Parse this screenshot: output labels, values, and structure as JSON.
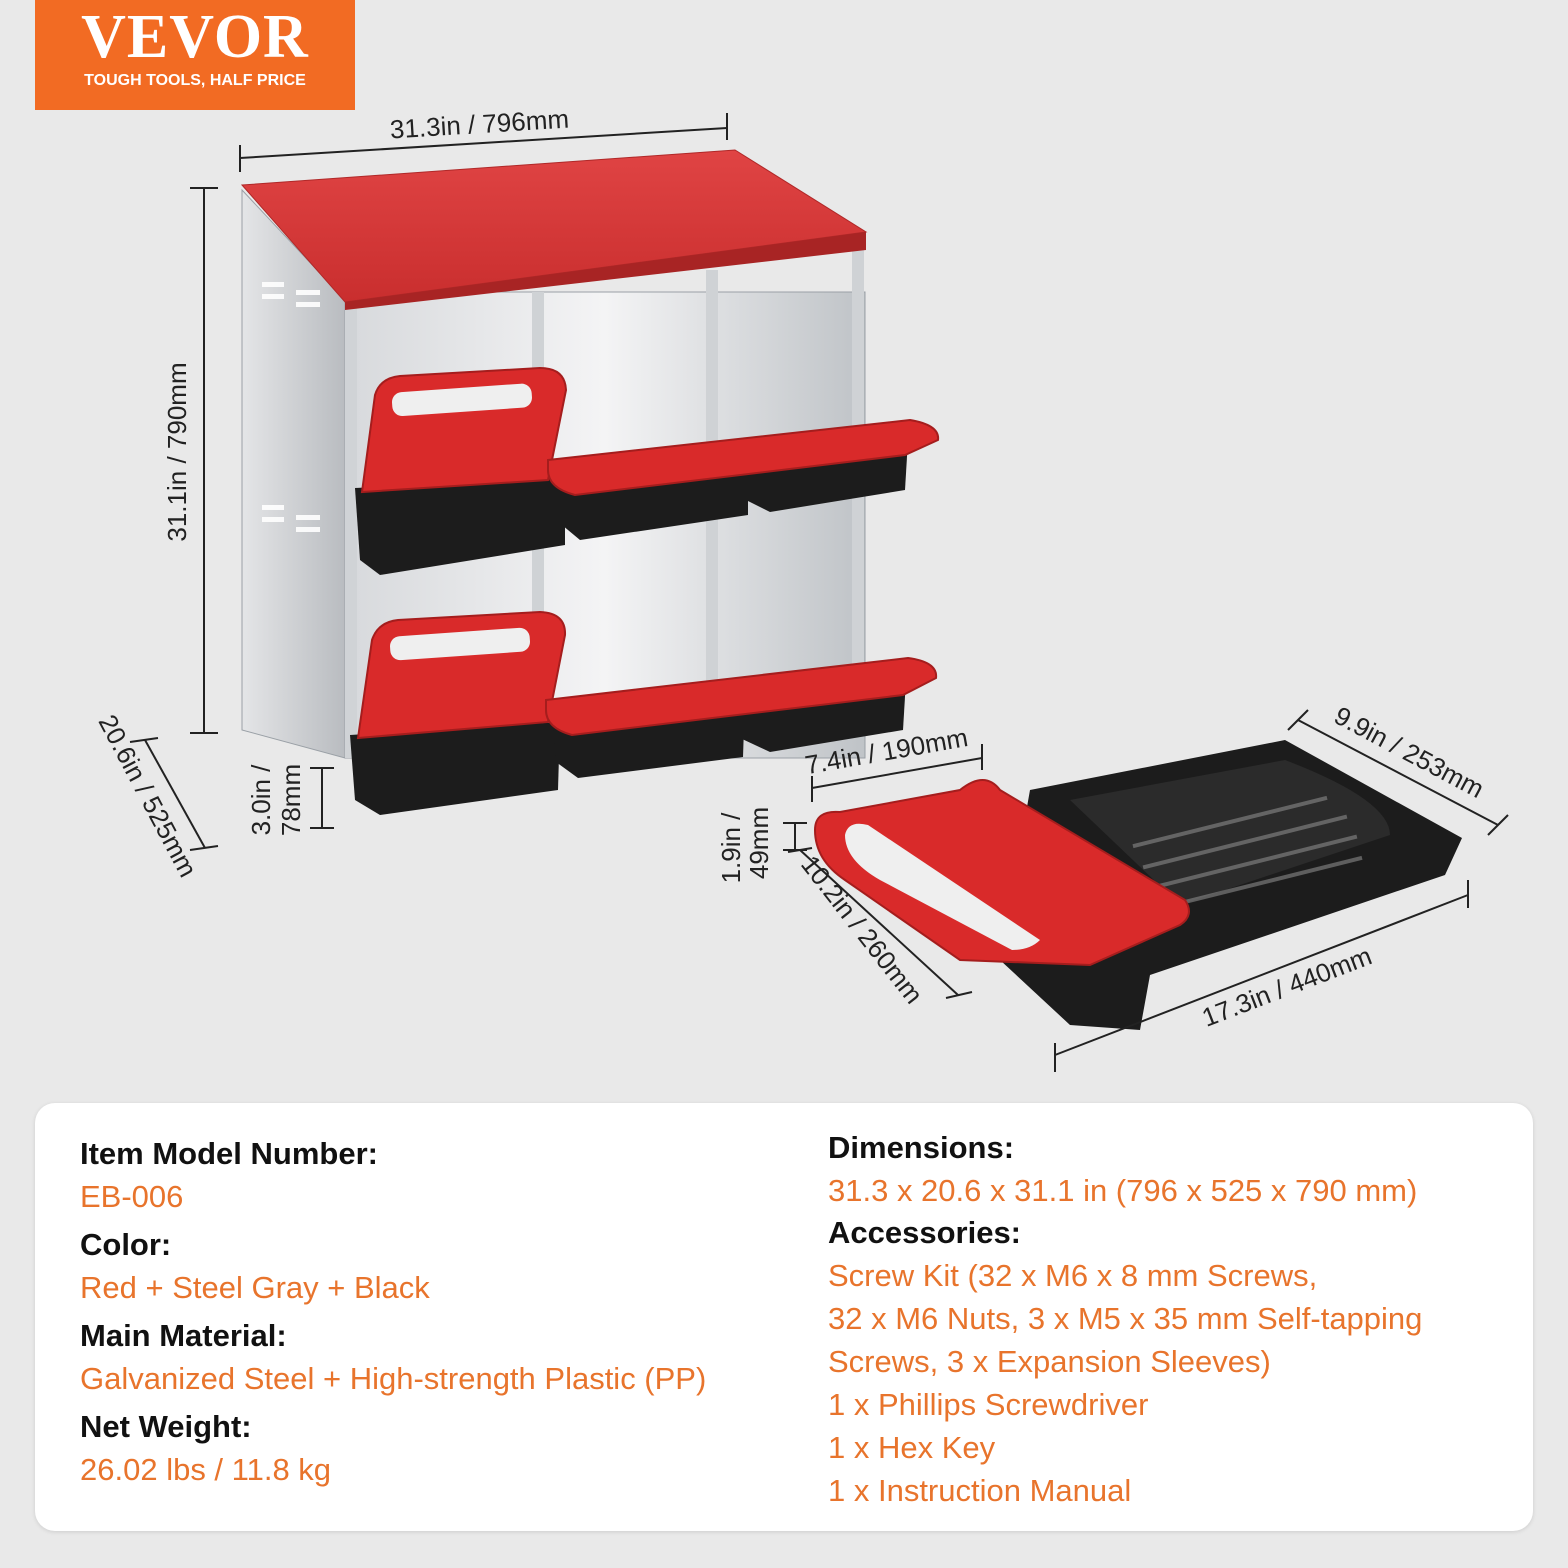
{
  "brand": {
    "name": "VEVOR",
    "tagline": "TOUGH TOOLS, HALF PRICE"
  },
  "dimension_labels": {
    "top_width": "31.3in / 796mm",
    "height": "31.1in / 790mm",
    "depth": "20.6in / 525mm",
    "foot_line1": "3.0in /",
    "foot_line2": "78mm",
    "box_width": "7.4in / 190mm",
    "box_tray_width": "9.9in / 253mm",
    "box_height_line1": "1.9in /",
    "box_height_line2": "49mm",
    "box_depth": "10.2in / 260mm",
    "box_length": "17.3in / 440mm"
  },
  "colors": {
    "accent": "#f26b23",
    "value_text": "#e8742c",
    "roof_red": "#d93636",
    "steel": "#c9ccd0",
    "tray_black": "#1c1c1c"
  },
  "specs": {
    "left": [
      {
        "label": "Item Model Number:",
        "value": "EB-006"
      },
      {
        "label": "Color:",
        "value": "Red + Steel Gray + Black"
      },
      {
        "label": "Main Material:",
        "value": "Galvanized Steel + High-strength Plastic (PP)"
      },
      {
        "label": "Net Weight:",
        "value": "26.02 lbs / 11.8 kg"
      }
    ],
    "right": {
      "dimensions_label": "Dimensions:",
      "dimensions_value": "31.3 x 20.6 x 31.1 in (796 x 525 x 790 mm)",
      "accessories_label": "Accessories:",
      "accessories_lines": [
        "Screw Kit (32 x M6 x 8 mm Screws,",
        "32 x M6 Nuts, 3 x M5 x 35 mm Self-tapping",
        "Screws, 3 x Expansion Sleeves)",
        "1 x Phillips Screwdriver",
        "1 x Hex Key",
        "1 x Instruction Manual"
      ]
    }
  }
}
